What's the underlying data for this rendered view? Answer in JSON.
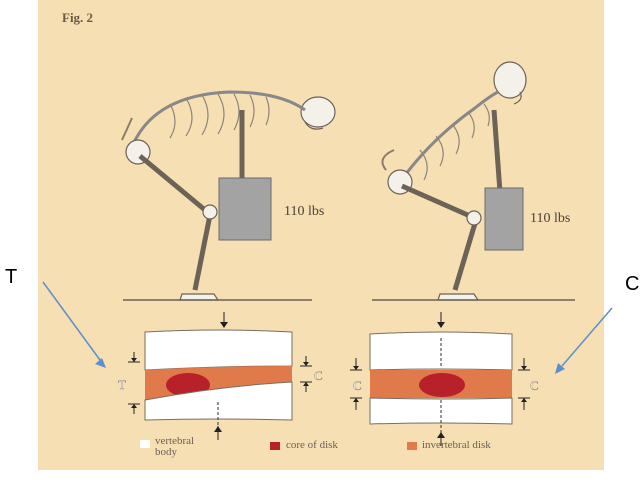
{
  "figure": {
    "title": "Fig. 2",
    "left_weight": "110 lbs",
    "right_weight": "110 lbs",
    "left_callout": "T",
    "right_callout": "C",
    "left_disk_left_letter": "T",
    "left_disk_right_letter": "C",
    "right_disk_left_letter": "C",
    "right_disk_right_letter": "C"
  },
  "legend": {
    "items": [
      {
        "label_line1": "vertebral",
        "label_line2": "body",
        "color": "#ffffff"
      },
      {
        "label_line1": "core of disk",
        "label_line2": "",
        "color": "#b8202a"
      },
      {
        "label_line1": "invertebral disk",
        "label_line2": "",
        "color": "#e07a4a"
      }
    ]
  },
  "colors": {
    "panel_bg": "#f6dfb2",
    "disk": "#e07a4a",
    "core": "#b8202a",
    "weight_box": "#a3a3a3",
    "callout_arrow": "#5b8fd4"
  }
}
